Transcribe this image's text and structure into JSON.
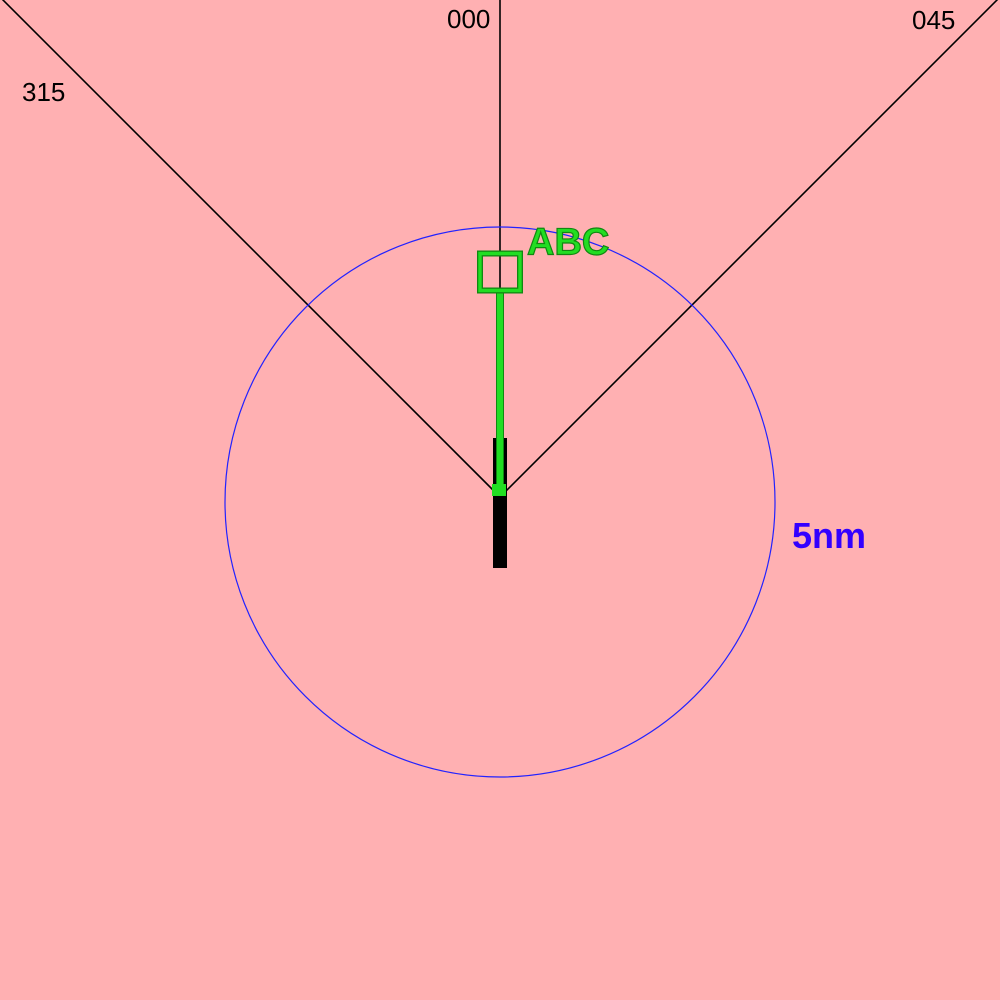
{
  "colors": {
    "background": "#ffb0b2",
    "bearing_line": "#000000",
    "range_ring": "#2222ff",
    "range_label": "#3300ff",
    "target": "#22dd22",
    "target_outline": "#118811",
    "runway": "#000000"
  },
  "bearings": [
    {
      "label": "315",
      "bearing_deg": 315
    },
    {
      "label": "000",
      "bearing_deg": 0
    },
    {
      "label": "045",
      "bearing_deg": 45
    }
  ],
  "range_ring": {
    "label": "5nm",
    "range_nm": 5
  },
  "target": {
    "label": "ABC",
    "bearing_deg": 0,
    "range_nm": 4.1
  }
}
